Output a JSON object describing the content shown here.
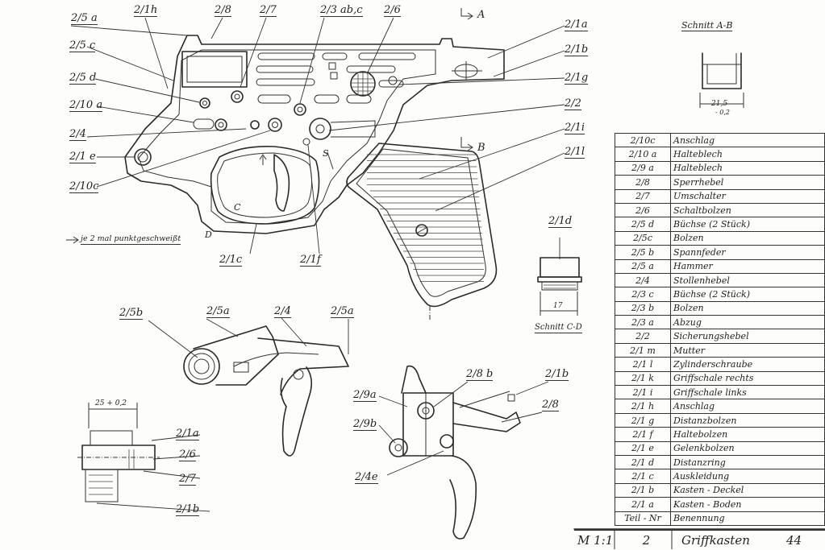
{
  "callouts": {
    "c_2_5a": "2/5 a",
    "c_2_1h": "2/1h",
    "c_2_8": "2/8",
    "c_2_7": "2/7",
    "c_2_3abc": "2/3 ab,c",
    "c_2_6": "2/6",
    "c_2_1a": "2/1a",
    "c_2_1b": "2/1b",
    "c_2_5c": "2/5 c",
    "c_2_5d": "2/5 d",
    "c_2_10a": "2/10 a",
    "c_2_4": "2/4",
    "c_2_1e": "2/1 e",
    "c_2_10c": "2/10c",
    "c_2_1g": "2/1g",
    "c_2_2": "2/2",
    "c_2_1i": "2/1i",
    "c_2_1l": "2/1l",
    "c_2_1c": "2/1c",
    "c_2_1f": "2/1f",
    "c_2_1d": "2/1d",
    "c_A": "A",
    "c_B": "B",
    "c_S": "S",
    "c_C": "C",
    "c_D": "D"
  },
  "note": "je 2 mal punktgeschweißt",
  "sections": {
    "ab_title": "Schnitt A-B",
    "ab_dim": "21,5",
    "ab_tol": "- 0,2",
    "cd_title": "Schnitt C-D",
    "cd_dim": "17"
  },
  "lower_left": {
    "dim": "25 + 0,2",
    "l_2_1a": "2/1a",
    "l_2_6": "2/6",
    "l_2_7": "2/7",
    "l_2_1b": "2/1b"
  },
  "hammer_group": {
    "l_2_5b": "2/5b",
    "l_2_5a": "2/5a",
    "l_2_4": "2/4",
    "l_2_5a_2": "2/5a"
  },
  "trigger_group": {
    "l_2_8b": "2/8 b",
    "l_2_1b": "2/1b",
    "l_2_9a": "2/9a",
    "l_2_8": "2/8",
    "l_2_9b": "2/9b",
    "l_2_4e": "2/4e"
  },
  "parts": [
    {
      "no": "2/10c",
      "name": "Anschlag"
    },
    {
      "no": "2/10 a",
      "name": "Halteblech"
    },
    {
      "no": "2/9 a",
      "name": "Halteblech"
    },
    {
      "no": "2/8",
      "name": "Sperrhebel"
    },
    {
      "no": "2/7",
      "name": "Umschalter"
    },
    {
      "no": "2/6",
      "name": "Schaltbolzen"
    },
    {
      "no": "2/5 d",
      "name": "Büchse     (2 Stück)"
    },
    {
      "no": "2/5c",
      "name": "Bolzen"
    },
    {
      "no": "2/5 b",
      "name": "Spannfeder"
    },
    {
      "no": "2/5 a",
      "name": "Hammer"
    },
    {
      "no": "2/4",
      "name": "Stollenhebel"
    },
    {
      "no": "2/3 c",
      "name": "Büchse     (2 Stück)"
    },
    {
      "no": "2/3 b",
      "name": "Bolzen"
    },
    {
      "no": "2/3 a",
      "name": "Abzug"
    },
    {
      "no": "2/2",
      "name": "Sicherungshebel"
    },
    {
      "no": "2/1 m",
      "name": "Mutter"
    },
    {
      "no": "2/1 l",
      "name": "Zylinderschraube"
    },
    {
      "no": "2/1 k",
      "name": "Griffschale   rechts"
    },
    {
      "no": "2/1 i",
      "name": "Griffschale   links"
    },
    {
      "no": "2/1 h",
      "name": "Anschlag"
    },
    {
      "no": "2/1 g",
      "name": "Distanzbolzen"
    },
    {
      "no": "2/1 f",
      "name": "Haltebolzen"
    },
    {
      "no": "2/1 e",
      "name": "Gelenkbolzen"
    },
    {
      "no": "2/1 d",
      "name": "Distanzring"
    },
    {
      "no": "2/1 c",
      "name": "Auskleidung"
    },
    {
      "no": "2/1 b",
      "name": "Kasten - Deckel"
    },
    {
      "no": "2/1 a",
      "name": "Kasten - Boden"
    },
    {
      "no": "Teil - Nr",
      "name": "Benennung"
    }
  ],
  "title_block": {
    "scale": "M 1:1",
    "group_no": "2",
    "name": "Griffkasten",
    "sheet": "44"
  }
}
